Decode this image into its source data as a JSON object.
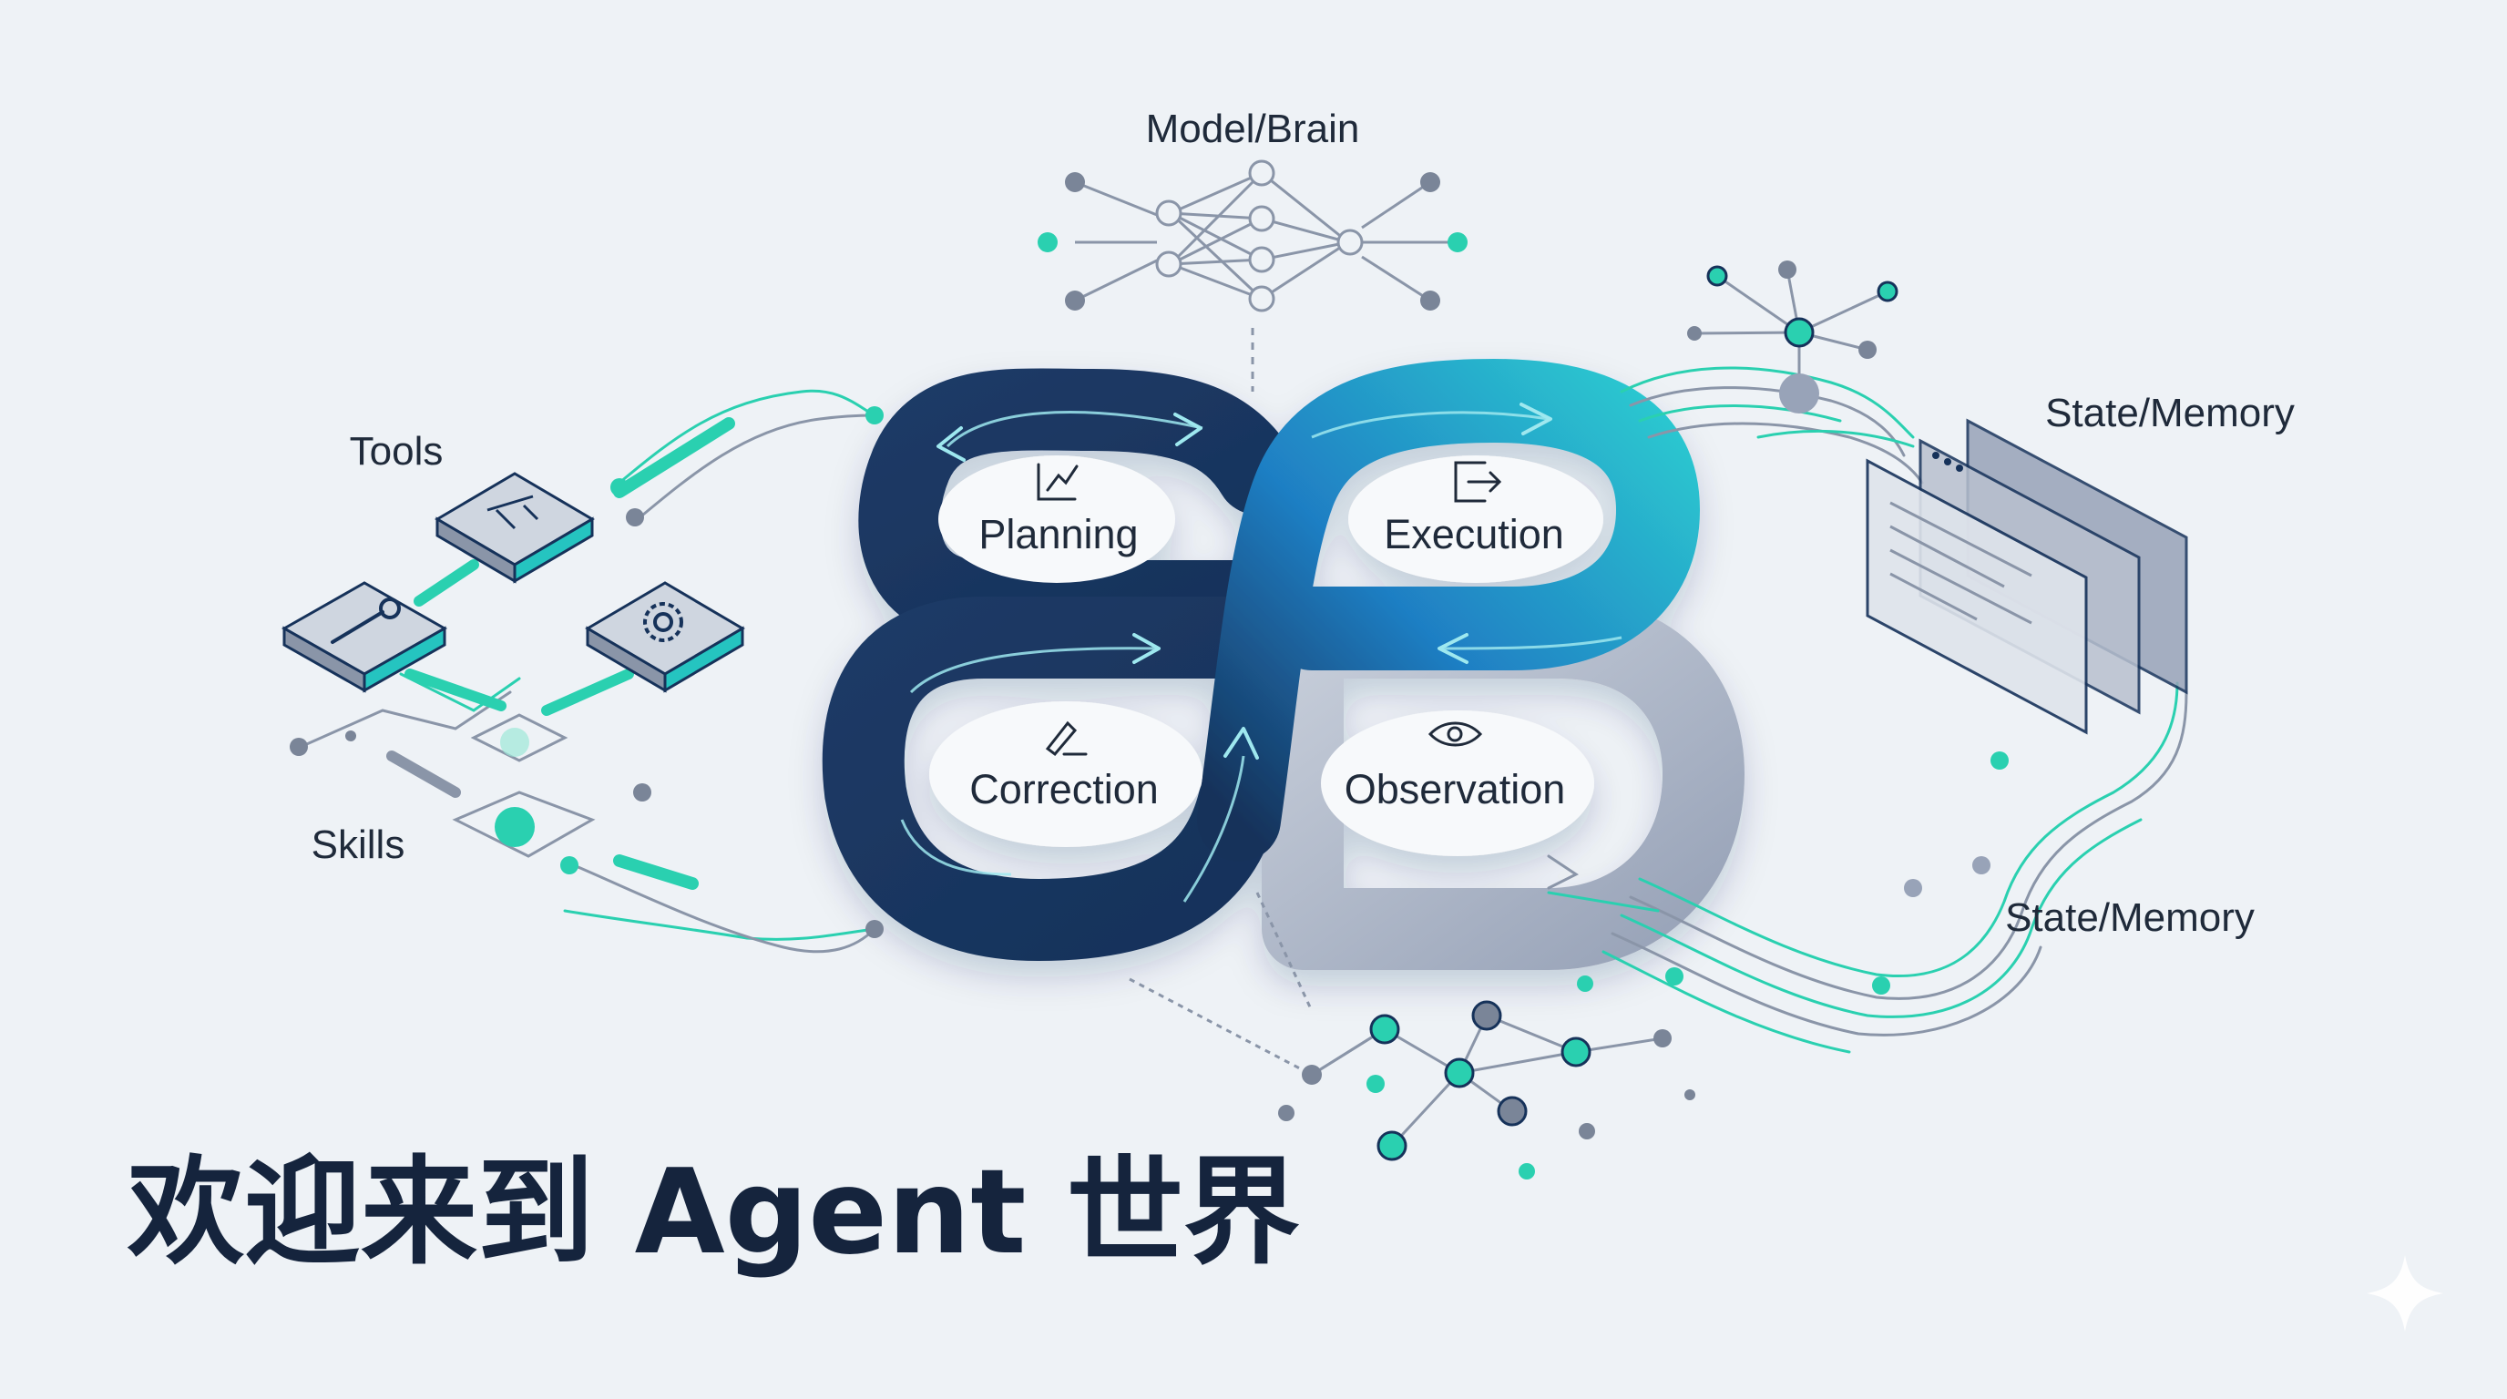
{
  "title": "欢迎来到 Agent 世界",
  "labels": {
    "model": "Model/Brain",
    "tools": "Tools",
    "skills": "Skills",
    "state_memory_top": "State/Memory",
    "state_memory_bottom": "State/Memory"
  },
  "loop": {
    "planning": "Planning",
    "execution": "Execution",
    "correction": "Correction",
    "observation": "Observation"
  },
  "icons": {
    "planning": "chart-pencil-icon",
    "execution": "exit-arrow-icon",
    "correction": "pencil-icon",
    "observation": "eye-icon",
    "tool_top": "layout-icon",
    "tool_left": "wrench-icon",
    "tool_right": "gear-icon",
    "sparkle": "sparkle-icon"
  },
  "colors": {
    "navy": "#16325a",
    "blue": "#1f7fc4",
    "teal": "#25c4c0",
    "gray": "#98a3b8",
    "accent": "#2ad0b0",
    "text": "#1f2a3a"
  }
}
